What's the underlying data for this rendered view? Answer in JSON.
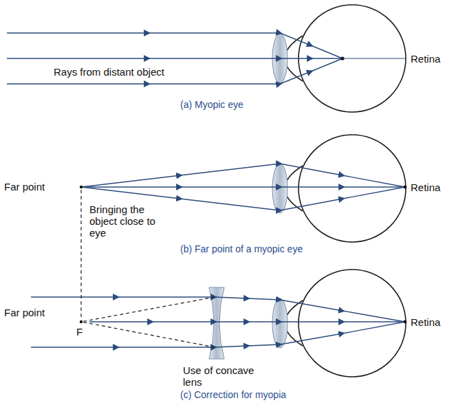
{
  "diagram": {
    "labels": [
      "Retina",
      "Rays from distant object",
      "(a) Myopic eye",
      "Far point",
      "Retina",
      "Bringing the object close to eye",
      "(b) Far point of a myopic eye",
      "Far point",
      "F",
      "Retina",
      "Use of concave lens",
      "(c) Correction for myopia"
    ]
  }
}
